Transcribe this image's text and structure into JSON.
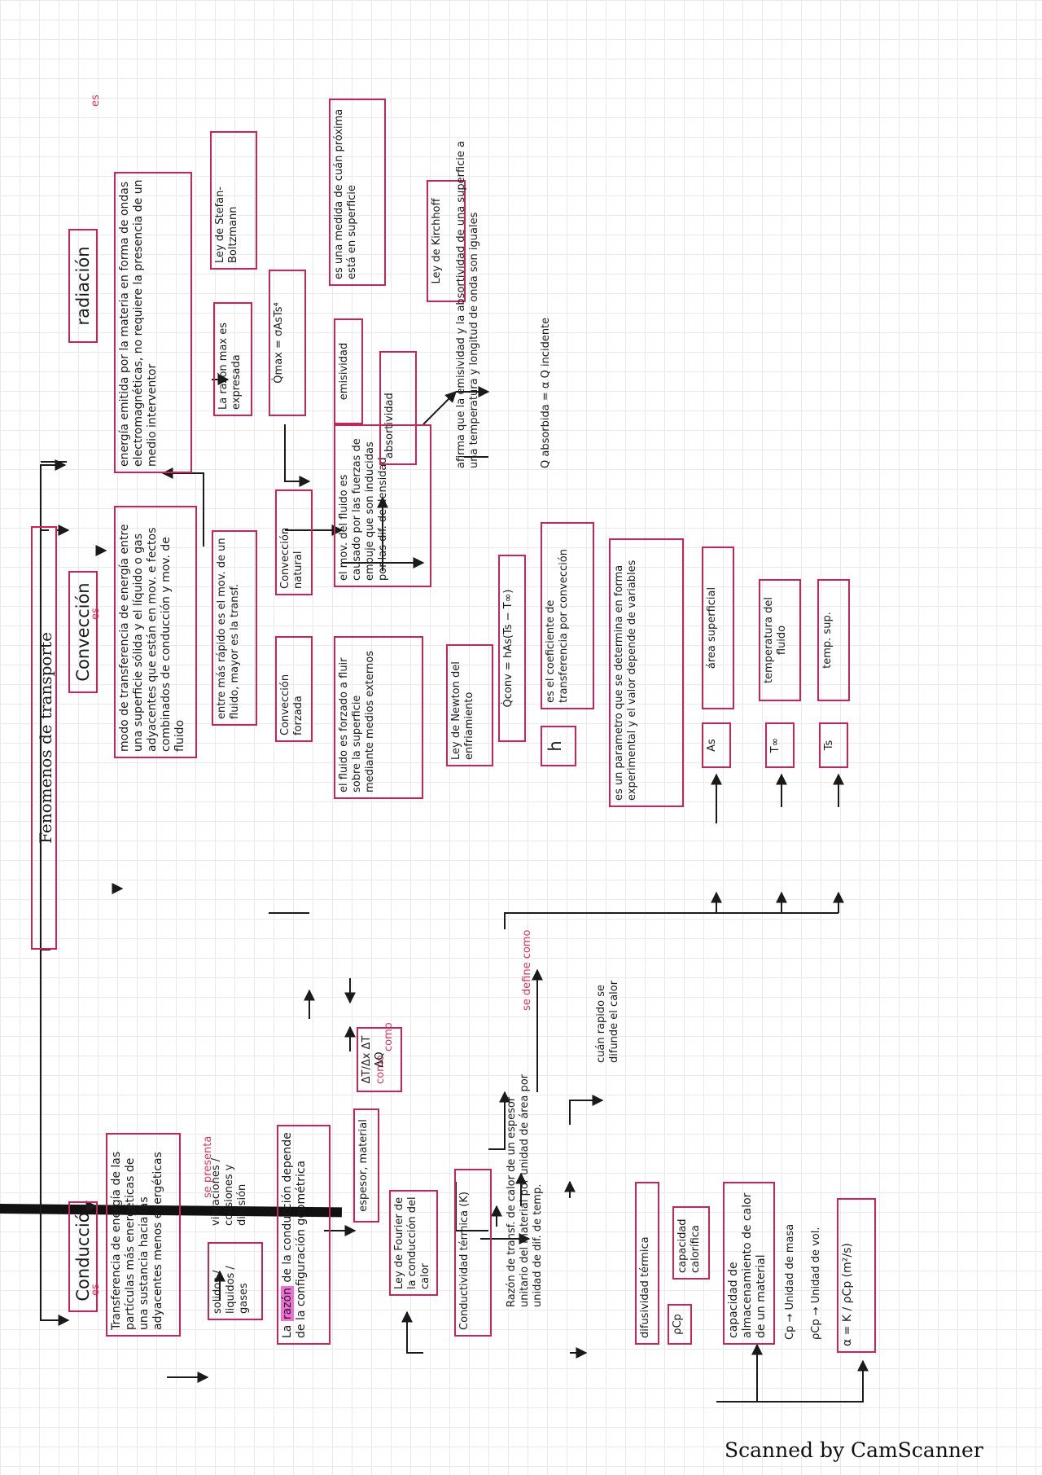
{
  "title": "Fenomenos de transporte",
  "labels": {
    "es": "es",
    "se_presenta": "se presenta",
    "como": "como",
    "se_define_como": "se define como",
    "es_ahora": "es"
  },
  "conduccion": {
    "head": "Conducción",
    "def": "Transferencia de energía de las partículas más energéticas de una sustancia hacia las adyacentes menos energéticas",
    "estados": "solidos / liquidos / gases",
    "mecanismos": "vibraciones / colisiones y difusión",
    "razon_pre": "La",
    "razon_hl": "razón",
    "razon_post": "de la conducción depende de la configuración geométrica",
    "espesor": "espesor, material",
    "formula_grad": "ΔT/Δx  ΔT  ΔQ",
    "fourier": "Ley de Fourier de la conducción del calor",
    "conductividad": "Conductividad térmica (K)",
    "conductividad_def": "Razón de transf. de calor de un espesor unitario del material por unidad de área por unidad de dif. de temp.",
    "rapido": "cuán rapido se difunde el calor",
    "difusividad": "difusividad térmica",
    "pcp": "ρCp",
    "capacidad_calorifica": "capacidad calorífica",
    "capacidad_def": "capacidad de almacenamiento de calor de un material",
    "cp": "Cp → Unidad de masa",
    "pcp_vol": "ρCp → Unidad de vol.",
    "alpha": "α = K / ρCp  (m²/s)"
  },
  "conveccion": {
    "head": "Convección",
    "def": "modo de transferencia de energía entre una superficie sólida y el líquido o gas adyacentes que están en mov. e fectos combinados de conducción y mov. de fluido",
    "rapido": "entre más rápido es el mov. de un fluido, mayor es la transf.",
    "forzada": "Convección forzada",
    "natural": "Convección natural",
    "forzada_def": "el fluido es forzado a fluir sobre la superficie mediante medios externos",
    "natural_def": "el mov. del fluido es causado por las fuerzas de empuje que son inducidas por las dif. de densidad",
    "newton": "Ley de Newton del enfriamiento",
    "ecuacion": "Q̇conv = hAs(Ts − T∞)",
    "h": "h",
    "h_def": "es el coeficiente de transferencia por convección",
    "parametro": "es un parametro que se determina en forma experimental y el valor depende de variables",
    "As": "As",
    "As_def": "área superficial",
    "Tinf": "T∞",
    "Tinf_def": "temperatura del fluido",
    "Ts": "Ts",
    "Ts_def": "temp. sup."
  },
  "radiacion": {
    "head": "radiación",
    "def": "energía emitida por la materia en forma de ondas electromagnéticas, no requiere la presencia de un medio interventor",
    "razon_max": "La razón max es expresada",
    "stefan": "Ley de Stefan-Boltzmann",
    "formula": "Q̇max = σAsTs⁴",
    "emisividad": "emisividad",
    "emisividad_def": "es una medida de cuán próxima está en superficie",
    "absortividad": "absortividad",
    "kirchhoff": "Ley de Kirchhoff",
    "afirma": "afirma que la emisividad y la absortividad de una superficie a una temperatura y longitud de onda son iguales",
    "absorbida": "Q absorbida = α Q incidente"
  },
  "footer": "Scanned by CamScanner"
}
